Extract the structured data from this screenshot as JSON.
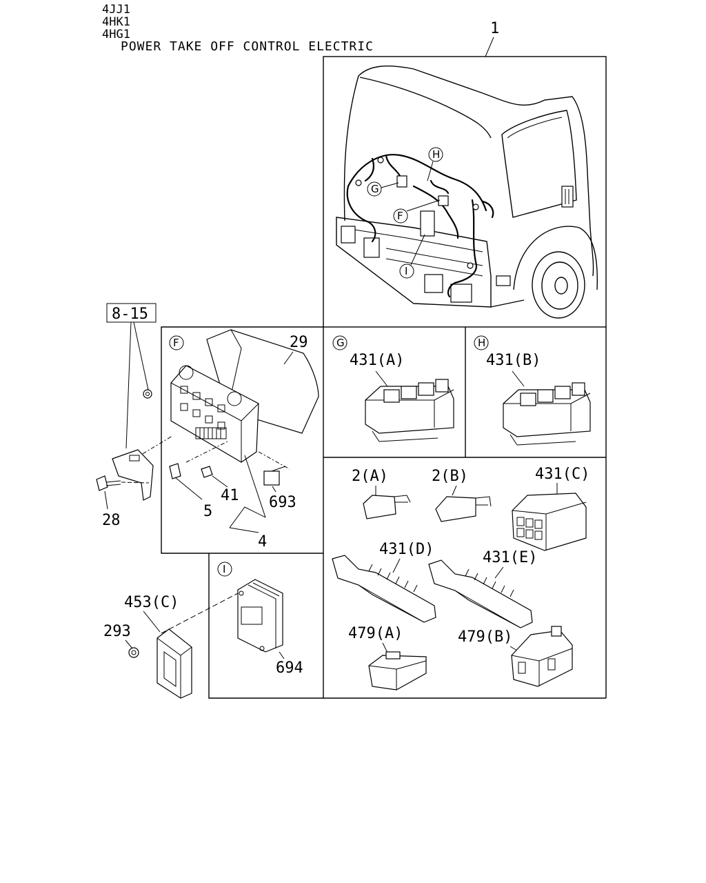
{
  "header": {
    "engines": [
      "4JJ1",
      "4HK1",
      "4HG1"
    ],
    "title": "POWER TAKE OFF CONTROL ELECTRIC"
  },
  "callouts": {
    "p1": "1",
    "ref_box": "8-15",
    "p29": "29",
    "p41": "41",
    "p693": "693",
    "p5": "5",
    "p4": "4",
    "p28": "28",
    "p431a": "431(A)",
    "p431b": "431(B)",
    "p2a": "2(A)",
    "p2b": "2(B)",
    "p431c": "431(C)",
    "p431d": "431(D)",
    "p431e": "431(E)",
    "p479a": "479(A)",
    "p479b": "479(B)",
    "p453c": "453(C)",
    "p293": "293",
    "p694": "694"
  },
  "view_markers": {
    "F": "F",
    "G": "G",
    "H": "H",
    "I": "I"
  }
}
